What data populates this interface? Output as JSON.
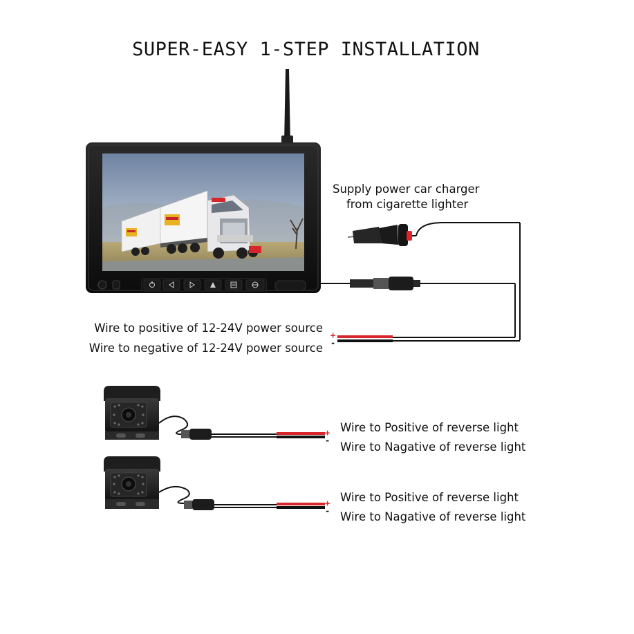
{
  "title": "SUPER-EASY 1-STEP INSTALLATION",
  "labels": {
    "charger_line1": "Supply power car charger",
    "charger_line2": "from cigarette lighter",
    "power_positive": "Wire to positive of 12-24V power source",
    "power_negative": "Wire to negative of 12-24V power source",
    "camera1_positive": "Wire to Positive of reverse light",
    "camera1_negative": "Wire to Nagative of reverse light",
    "camera2_positive": "Wire to Positive of reverse light",
    "camera2_negative": "Wire to Nagative of reverse light"
  },
  "signs": {
    "plus": "+",
    "minus": "-"
  },
  "monitor_icons": [
    "power-icon",
    "left-arrow-icon",
    "right-arrow-icon",
    "up-arrow-icon",
    "menu-icon",
    "mode-icon"
  ],
  "colors": {
    "wire": "#111111",
    "positive_wire": "#d9262c",
    "sky": "#7f95b3",
    "ground": "#b5a270",
    "truck_cab": "#e8e8ea"
  }
}
